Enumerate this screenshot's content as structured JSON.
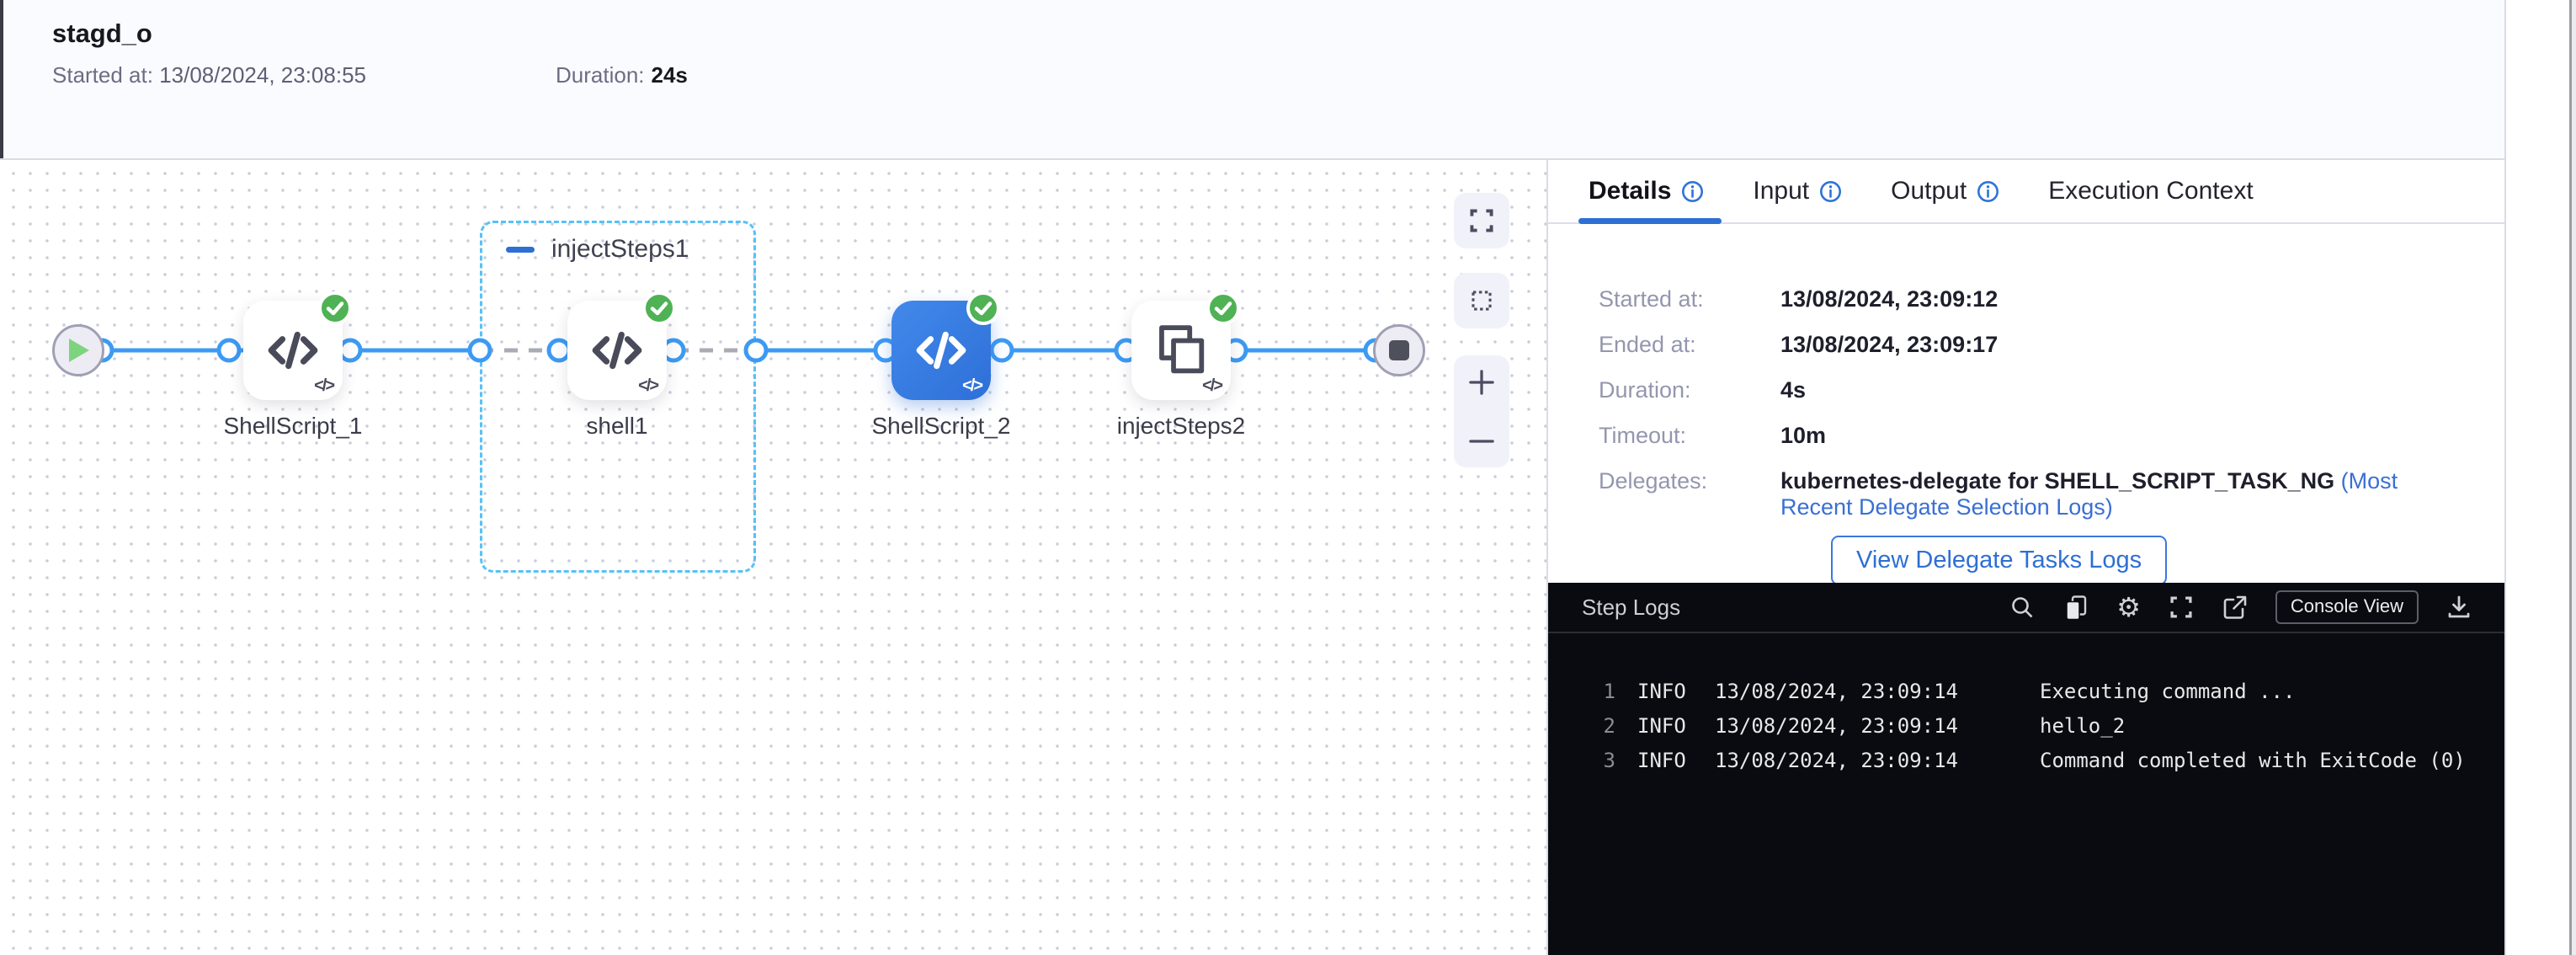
{
  "header": {
    "title": "stagd_o",
    "started_label": "Started at:",
    "started_value": "13/08/2024, 23:08:55",
    "duration_label": "Duration:",
    "duration_value": "24s"
  },
  "canvas": {
    "group_label": "injectSteps1",
    "code_glyph": "</>",
    "steps": {
      "shellscript1": "ShellScript_1",
      "shell1": "shell1",
      "shellscript2": "ShellScript_2",
      "injectsteps2": "injectSteps2"
    }
  },
  "icons": {
    "gear_glyph": "⚙"
  },
  "details_panel": {
    "tabs": [
      {
        "label": "Details"
      },
      {
        "label": "Input"
      },
      {
        "label": "Output"
      },
      {
        "label": "Execution Context"
      }
    ],
    "rows": [
      {
        "label": "Started at:",
        "value": "13/08/2024, 23:09:12"
      },
      {
        "label": "Ended at:",
        "value": "13/08/2024, 23:09:17"
      },
      {
        "label": "Duration:",
        "value": "4s"
      },
      {
        "label": "Timeout:",
        "value": "10m"
      }
    ],
    "delegates": {
      "label": "Delegates:",
      "text": "kubernetes-delegate for SHELL_SCRIPT_TASK_NG ",
      "link": "(Most Recent Delegate Selection Logs)"
    },
    "button_label": "View Delegate Tasks Logs"
  },
  "log_panel": {
    "title": "Step Logs",
    "console_view_label": "Console View",
    "lines": [
      {
        "num": "1",
        "level": "INFO",
        "time": "13/08/2024, 23:09:14",
        "message": "Executing command ..."
      },
      {
        "num": "2",
        "level": "INFO",
        "time": "13/08/2024, 23:09:14",
        "message": "hello_2"
      },
      {
        "num": "3",
        "level": "INFO",
        "time": "13/08/2024, 23:09:14",
        "message": "Command completed with ExitCode (0)"
      }
    ]
  },
  "colors": {
    "accent_blue": "#2e6fd4",
    "connector_blue": "#3d9af3",
    "success_green": "#4fb254",
    "log_background": "#0a0b10"
  }
}
